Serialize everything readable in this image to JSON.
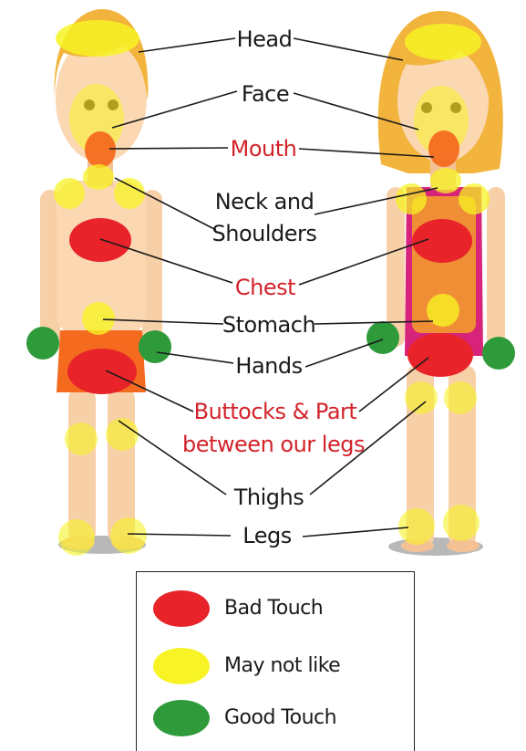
{
  "labels": {
    "head": "Head",
    "face": "Face",
    "mouth": "Mouth",
    "neck_line1": "Neck and",
    "neck_line2": "Shoulders",
    "chest": "Chest",
    "stomach": "Stomach",
    "hands": "Hands",
    "buttocks_line1": "Buttocks & Part",
    "buttocks_line2": "between our legs",
    "thighs": "Thighs",
    "legs": "Legs"
  },
  "legend": {
    "items": [
      {
        "label": "Bad Touch",
        "color": "#e8242a"
      },
      {
        "label": "May not like",
        "color": "#f7f324"
      },
      {
        "label": "Good Touch",
        "color": "#2e9a3a"
      }
    ]
  },
  "colors": {
    "red_zone": "#e8242a",
    "yellow_zone": "#f7f324",
    "green_zone": "#2e9a3a",
    "red_label": "#d2232a",
    "skin": "#f8d0a8",
    "hair": "#f2b43c"
  }
}
